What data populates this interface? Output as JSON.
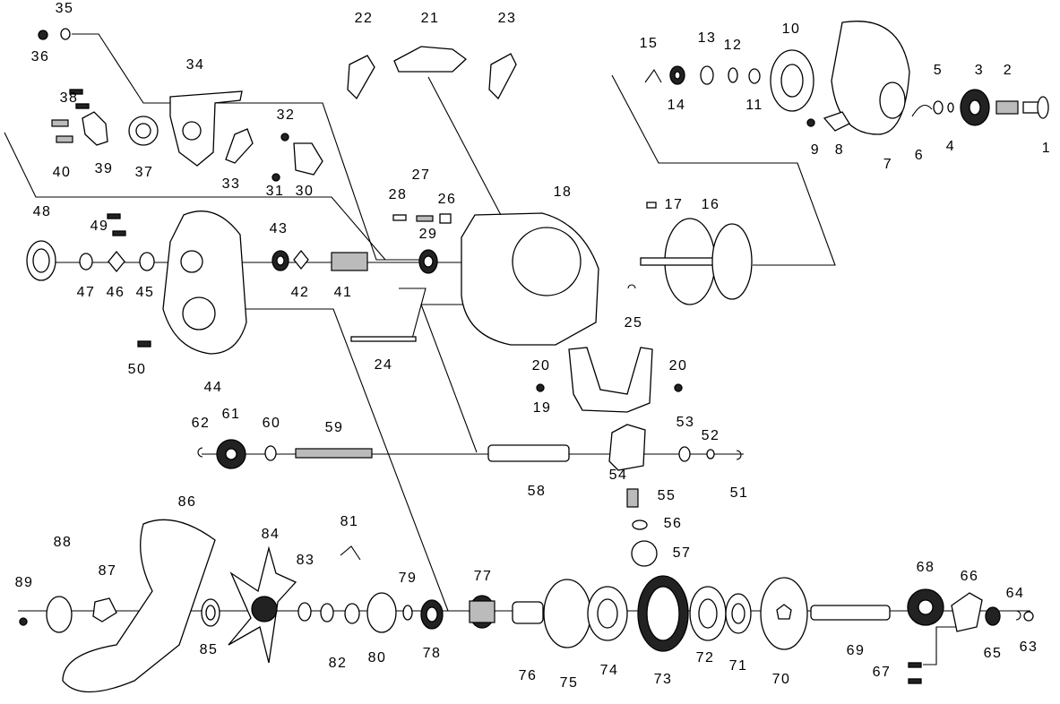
{
  "diagram": {
    "type": "exploded-parts-diagram",
    "part_numbers": [
      "1",
      "2",
      "3",
      "4",
      "5",
      "6",
      "7",
      "8",
      "9",
      "10",
      "11",
      "12",
      "13",
      "14",
      "15",
      "16",
      "17",
      "18",
      "19",
      "20",
      "20",
      "21",
      "22",
      "23",
      "24",
      "25",
      "26",
      "27",
      "28",
      "29",
      "30",
      "31",
      "32",
      "33",
      "34",
      "35",
      "36",
      "37",
      "38",
      "39",
      "40",
      "41",
      "42",
      "43",
      "44",
      "45",
      "46",
      "47",
      "48",
      "49",
      "50",
      "51",
      "52",
      "53",
      "54",
      "55",
      "56",
      "57",
      "58",
      "59",
      "60",
      "61",
      "62",
      "63",
      "64",
      "65",
      "66",
      "67",
      "68",
      "69",
      "70",
      "71",
      "72",
      "73",
      "74",
      "75",
      "76",
      "77",
      "78",
      "79",
      "80",
      "81",
      "82",
      "83",
      "84",
      "85",
      "86",
      "87",
      "88",
      "89"
    ]
  }
}
